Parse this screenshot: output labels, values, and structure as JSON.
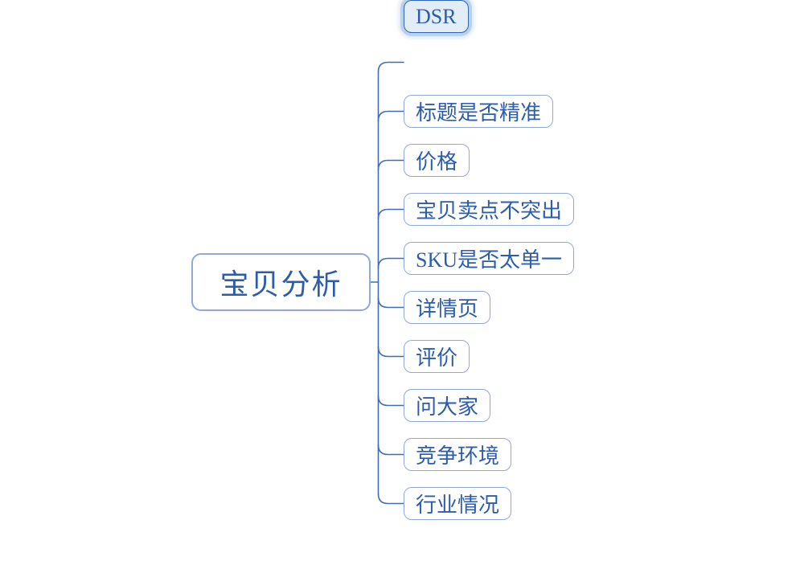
{
  "mindmap": {
    "root": {
      "label": "宝贝分析"
    },
    "children": [
      {
        "label": "标题是否精准",
        "selected": false
      },
      {
        "label": "价格",
        "selected": false
      },
      {
        "label": "宝贝卖点不突出",
        "selected": false
      },
      {
        "label": "SKU是否太单一",
        "selected": false
      },
      {
        "label": "详情页",
        "selected": false
      },
      {
        "label": "评价",
        "selected": false
      },
      {
        "label": "问大家",
        "selected": false
      },
      {
        "label": "竞争环境",
        "selected": false
      },
      {
        "label": "行业情况",
        "selected": false
      },
      {
        "label": "DSR",
        "selected": true
      }
    ],
    "colors": {
      "background": "#ffffff",
      "node_border": "#8fa9da",
      "node_fill": "#ffffff",
      "node_text": "#2b5cad",
      "connector": "#3d6eb5",
      "selected_border": "#2e64b1",
      "selected_fill": "#e3edf6",
      "selected_halo": "#a7c5e5"
    }
  }
}
